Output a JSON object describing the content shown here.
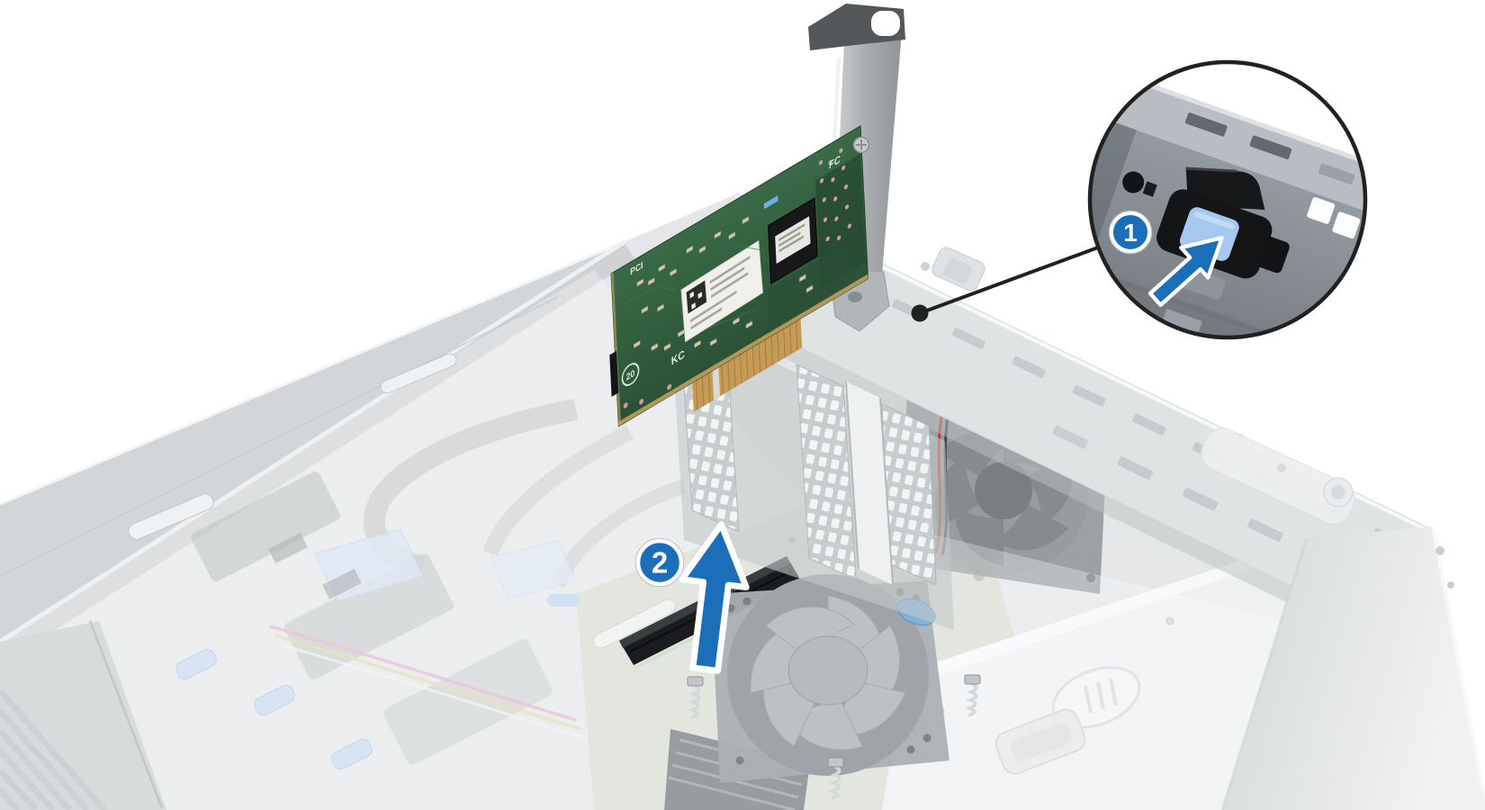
{
  "illustration": {
    "steps": [
      {
        "label": "1"
      },
      {
        "label": "2"
      }
    ],
    "card_markings": {
      "pci_logo": "PCI",
      "circle_mark": "20",
      "kc_mark": "KC",
      "fcc_mark": "FC"
    },
    "colors": {
      "background": "#ffffff",
      "accent_blue": "#1a6fb8",
      "latch_button_blue": "#a6c8ee",
      "pcb_green": "#33603f",
      "gold": "#c59a55",
      "chassis_light": "#dfe2e3",
      "line_dark": "#1f2123"
    }
  }
}
